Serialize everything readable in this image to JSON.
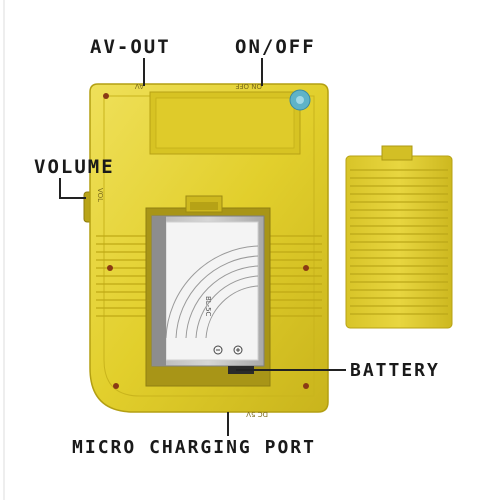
{
  "labels": {
    "av_out": "AV-OUT",
    "on_off": "ON/OFF",
    "volume": "VOLUME",
    "battery": "BATTERY",
    "micro_charging": "MICRO CHARGING PORT"
  },
  "device": {
    "emboss_on_off": "ON OFF",
    "emboss_av": "AV",
    "emboss_dc": "DC 5V",
    "emboss_vol": "VOL",
    "battery_model": "BL-5C"
  },
  "colors": {
    "shell": "#e2cf2c",
    "shell_shadow": "#bfa915",
    "shell_highlight": "#efe05a",
    "battery_body": "#c8c8c8",
    "battery_label": "#ffffff",
    "sticker": "#5fb3c8",
    "screw": "#8a3a14",
    "text": "#1a1a1a"
  },
  "icons": [
    "screw-icon",
    "sticker-icon"
  ]
}
